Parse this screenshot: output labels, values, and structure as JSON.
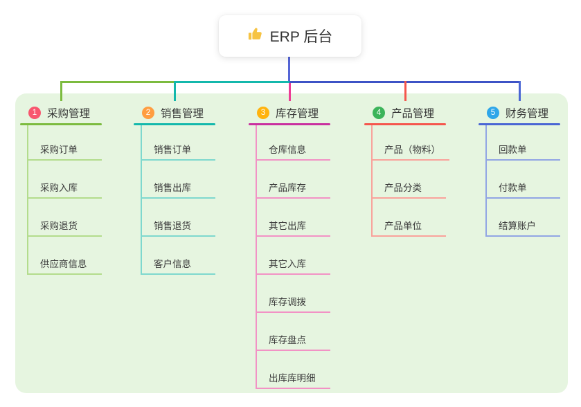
{
  "root": {
    "label": "ERP 后台",
    "icon": "thumbs-up-icon"
  },
  "palette": {
    "canvas_bg": "#E6F5E0",
    "page_bg": "#FFFFFF",
    "root_line": "#5565D6",
    "trunk_blue": "#3E53C6",
    "text_dark": "#333333",
    "text_child": "#3B3B3B",
    "thumb_gold": "#F6C343"
  },
  "branches": [
    {
      "num": "1",
      "label": "采购管理",
      "badge_color": "#F8566E",
      "main_color": "#7CBB3F",
      "light_color": "#B3DC8C",
      "drop_color": "#7CBB3F",
      "children": [
        "采购订单",
        "采购入库",
        "采购退货",
        "供应商信息"
      ]
    },
    {
      "num": "2",
      "label": "销售管理",
      "badge_color": "#FF9D40",
      "main_color": "#14B8AC",
      "light_color": "#7ED8CE",
      "drop_color": "#14B8AC",
      "children": [
        "销售订单",
        "销售出库",
        "销售退货",
        "客户信息"
      ]
    },
    {
      "num": "3",
      "label": "库存管理",
      "badge_color": "#FFB30F",
      "main_color": "#C9309F",
      "light_color": "#F292C5",
      "drop_color": "#ED3C96",
      "children": [
        "仓库信息",
        "产品库存",
        "其它出库",
        "其它入库",
        "库存调拨",
        "库存盘点",
        "出库库明细"
      ]
    },
    {
      "num": "4",
      "label": "产品管理",
      "badge_color": "#3CB45A",
      "main_color": "#F5564D",
      "light_color": "#F9A29B",
      "drop_color": "#F5564D",
      "children": [
        "产品（物料）",
        "产品分类",
        "产品单位"
      ]
    },
    {
      "num": "5",
      "label": "财务管理",
      "badge_color": "#2EA6E9",
      "main_color": "#4A66D4",
      "light_color": "#91A5E4",
      "drop_color": "#4A66D4",
      "children": [
        "回款单",
        "付款单",
        "结算账户"
      ]
    }
  ]
}
